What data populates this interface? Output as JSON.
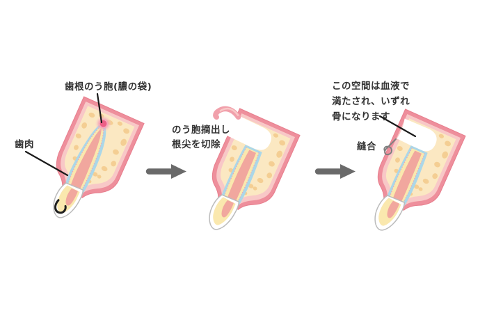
{
  "page": {
    "background": "#FFFFFF"
  },
  "labels": {
    "cyst": "歯根のう胞(膿の袋)",
    "gum": "歯肉",
    "suture": "縫合"
  },
  "captions": {
    "stage2": [
      "のう胞摘出し",
      "根尖を切除"
    ],
    "stage3": [
      "この空間は血液で",
      "満たされ、いずれ",
      "骨になります"
    ]
  },
  "icons": {
    "arrow_right": "solid gray right-arrow",
    "suture": "gray thread loop",
    "cyst": "pink glowing circle at root apex"
  },
  "colors": {
    "gum_outer": "#EE8F9C",
    "gum_inner": "#F8C8C7",
    "bone": "#FBE8C2",
    "bone_spots": "#F4CE93",
    "ligament_blue": "#ABD7E8",
    "dentin": "#FAE8AE",
    "pulp": "#F1A79E",
    "enamel": "#FFFFFF",
    "enamel_outline": "#BBBBBB",
    "cyst_pink": "#EC5F86",
    "cavity": "#FFFFFF",
    "arrow_gray": "#6A6A6A",
    "pointer_black": "#1A1A1A",
    "text": "#333333"
  }
}
